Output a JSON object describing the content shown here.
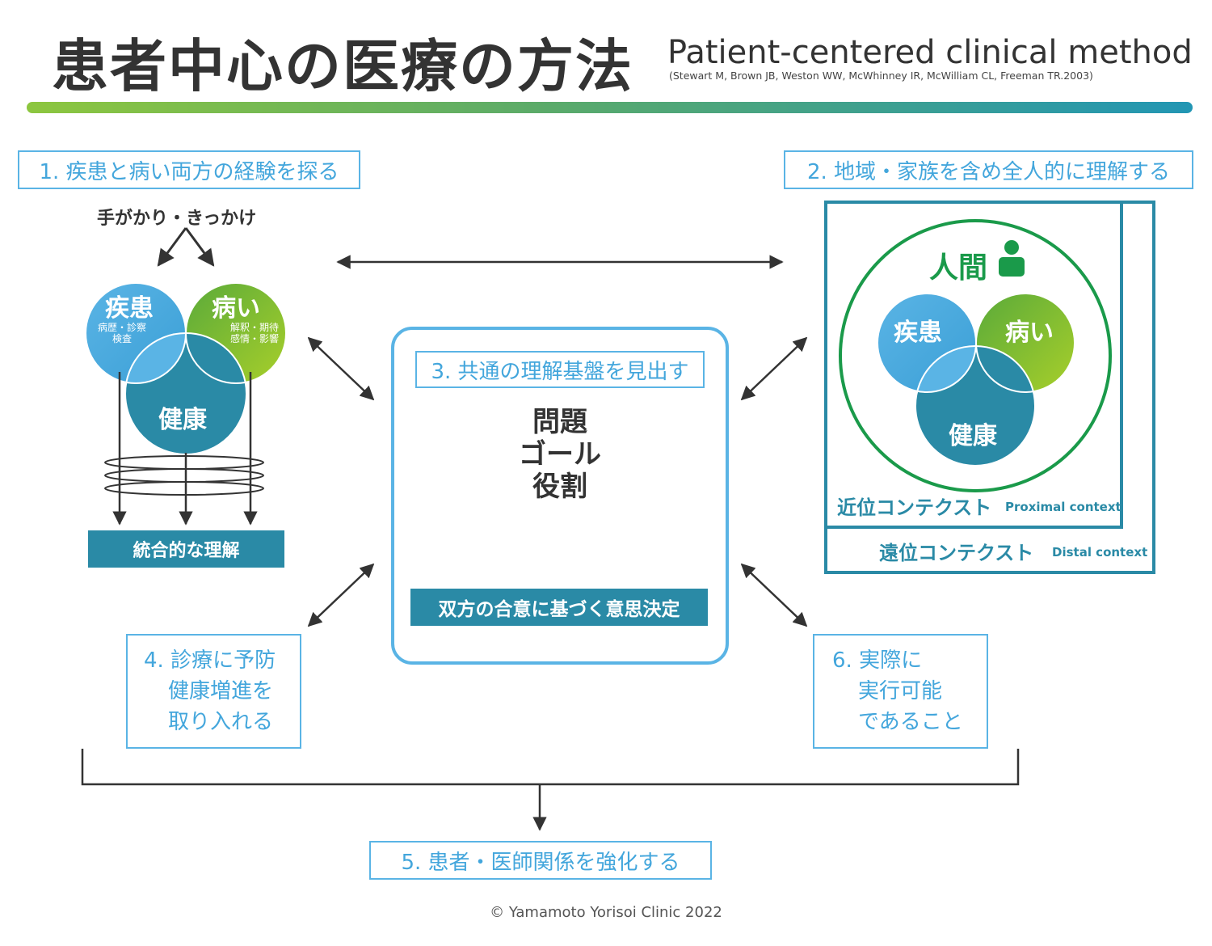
{
  "header": {
    "title": "患者中心の医療の方法",
    "subtitle_en": "Patient-centered clinical method",
    "citation": "(Stewart M, Brown JB, Weston WW, McWhinney IR, McWilliam CL, Freeman TR.2003)"
  },
  "component1": {
    "label": "1. 疾患と病い両方の経験を探る",
    "cue": "手がかり・きっかけ",
    "disease": "疾患",
    "disease_sub1": "病歴・診察",
    "disease_sub2": "検査",
    "illness": "病い",
    "illness_sub1": "解釈・期待",
    "illness_sub2": "感情・影響",
    "health": "健康",
    "result": "統合的な理解"
  },
  "component2": {
    "label": "2. 地域・家族を含め全人的に理解する",
    "person": "人間",
    "disease": "疾患",
    "illness": "病い",
    "health": "健康",
    "proximal": "近位コンテクスト",
    "proximal_en": "Proximal context",
    "distal": "遠位コンテクスト",
    "distal_en": "Distal context"
  },
  "component3": {
    "label": "3. 共通の理解基盤を見出す",
    "terms": [
      "問題",
      "ゴール",
      "役割"
    ],
    "decision": "双方の合意に基づく意思決定"
  },
  "component4": {
    "lines": [
      "4. 診療に予防",
      "健康増進を",
      "取り入れる"
    ]
  },
  "component6": {
    "lines": [
      "6. 実際に",
      "実行可能",
      "であること"
    ]
  },
  "component5": {
    "label": "5. 患者・医師関係を強化する"
  },
  "footer": {
    "copyright": "© Yamamoto Yorisoi Clinic 2022"
  },
  "colors": {
    "accent_blue": "#43a6dc",
    "teal": "#2a8aa6",
    "green": "#1a9a4a",
    "disease_blue": "#5ab4e5",
    "illness_green": "#8dc63f"
  }
}
